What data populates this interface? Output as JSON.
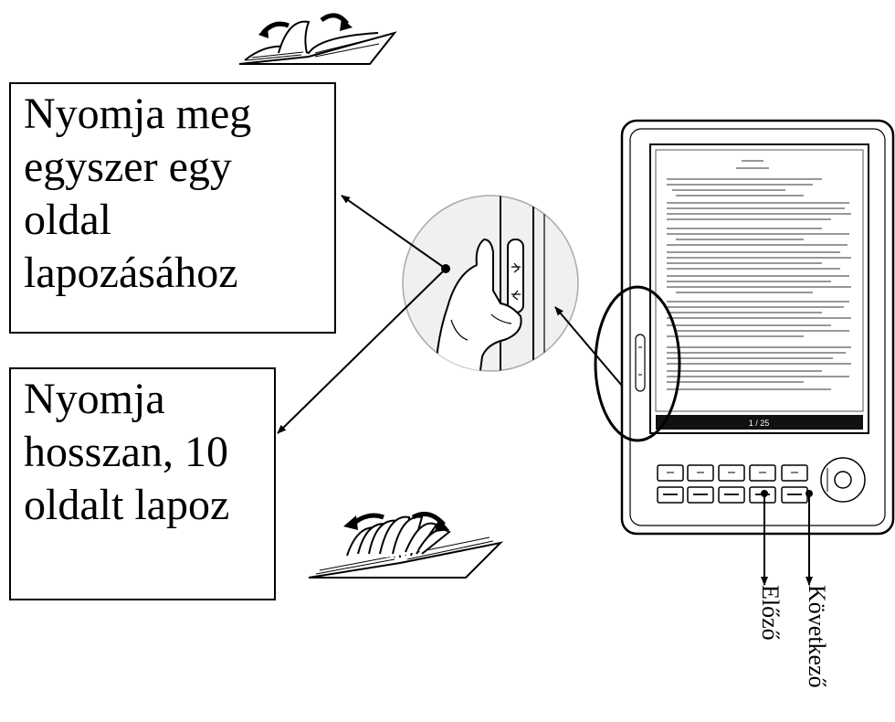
{
  "callouts": {
    "single_press": "Nyomja meg egyszer egy oldal lapozásához",
    "long_press": "Nyomja hosszan, 10 oldalt lapoz"
  },
  "buttons": {
    "previous_label": "Előző",
    "next_label": "Következő"
  },
  "device": {
    "status_bar_page": "1 / 25"
  },
  "colors": {
    "ink": "#000000",
    "paper": "#ffffff",
    "screen_text": "#777777"
  }
}
